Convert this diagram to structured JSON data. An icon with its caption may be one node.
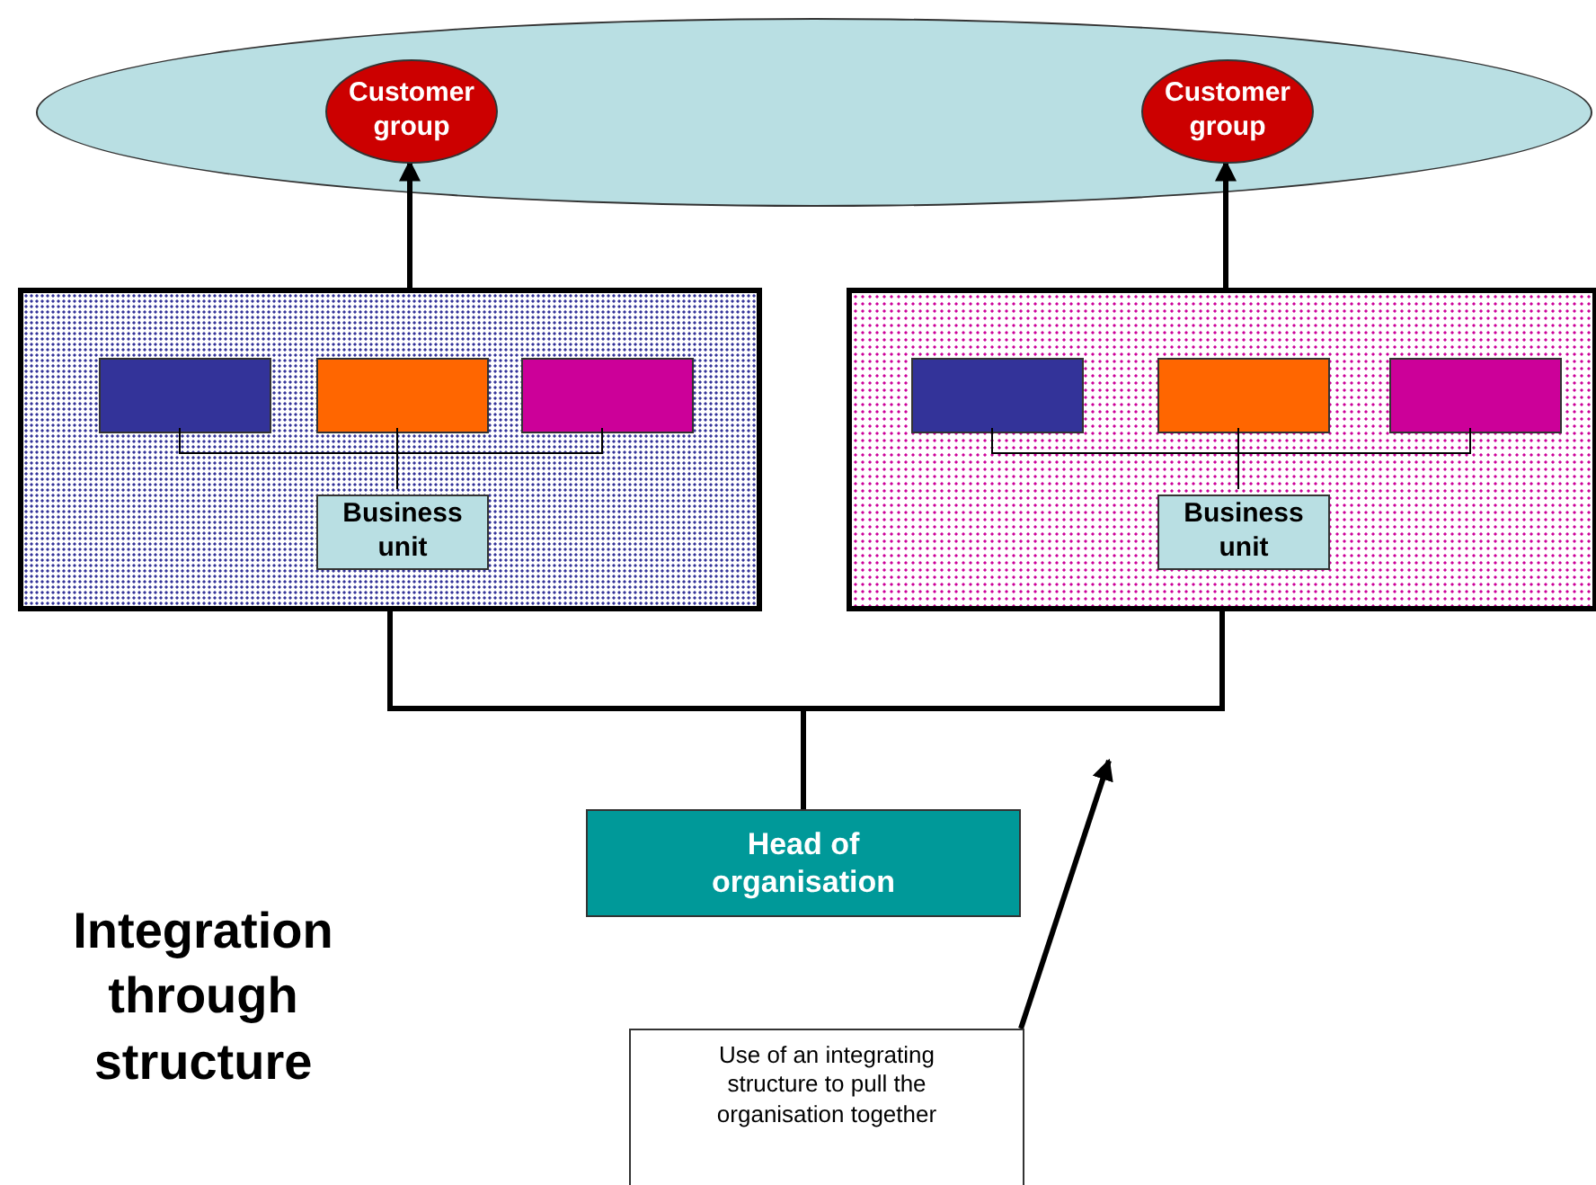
{
  "diagram": {
    "title": "Integration through structure",
    "nodes": [
      {
        "text": [],
        "shape": "ellipse"
      },
      {
        "text": [
          "Customer group"
        ],
        "in": 0
      },
      {
        "text": [
          "Customer group"
        ],
        "in": 0
      },
      {
        "text": [],
        "shape": "box"
      },
      {
        "text": [],
        "shape": "box",
        "in": 3
      },
      {
        "text": [],
        "shape": "box",
        "in": 3
      },
      {
        "text": [],
        "shape": "box",
        "in": 3
      },
      {
        "text": [
          "Business unit"
        ],
        "in": 3
      },
      {
        "text": [],
        "shape": "box"
      },
      {
        "text": [],
        "shape": "box",
        "in": 8
      },
      {
        "text": [],
        "shape": "box",
        "in": 8
      },
      {
        "text": [],
        "shape": "box",
        "in": 8
      },
      {
        "text": [
          "Business unit"
        ],
        "in": 8
      },
      {
        "text": [
          "Head of organisation"
        ]
      },
      {
        "text": [
          "Use of an integrating structure to pull the organisation together"
        ]
      }
    ],
    "edges": [
      {
        "from": 3,
        "to": 1,
        "arrow": "to",
        "style": "thick"
      },
      {
        "from": 8,
        "to": 2,
        "arrow": "to",
        "style": "thick"
      },
      {
        "from": 4,
        "to": 7,
        "arrow": "none"
      },
      {
        "from": 5,
        "to": 7,
        "arrow": "none"
      },
      {
        "from": 6,
        "to": 7,
        "arrow": "none"
      },
      {
        "from": 9,
        "to": 12,
        "arrow": "none"
      },
      {
        "from": 10,
        "to": 12,
        "arrow": "none"
      },
      {
        "from": 11,
        "to": 12,
        "arrow": "none"
      },
      {
        "from": 13,
        "to": 3,
        "arrow": "none",
        "style": "thick"
      },
      {
        "from": 13,
        "to": 8,
        "arrow": "none",
        "style": "thick"
      },
      {
        "from": 14,
        "to": null,
        "arrow": "to",
        "style": "thick"
      }
    ]
  }
}
